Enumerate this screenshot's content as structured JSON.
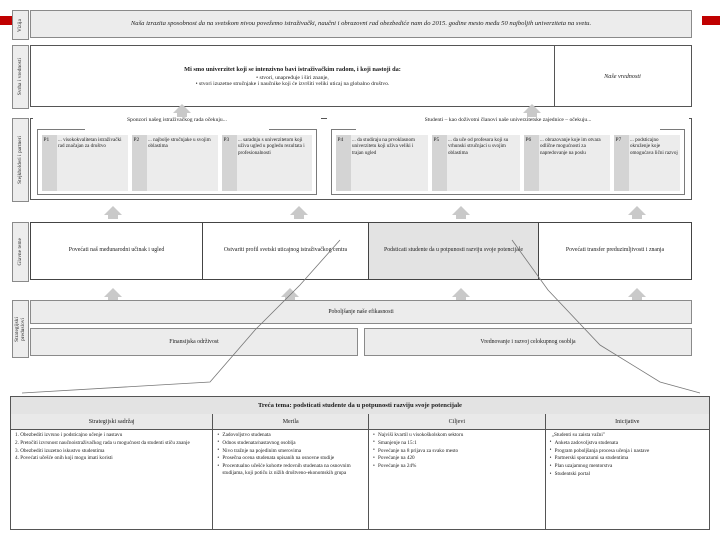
{
  "accent_color": "#c00000",
  "bands": {
    "vision": {
      "label": "Vizija",
      "text": "Naša izrazita sposobnost da na svetskom nivou povežemo istraživački, naučni i obrazovni rad obezbediće nam do 2015. godine mesto među 50 najboljih univerziteta na svetu."
    },
    "purpose": {
      "label": "Svrha i vrednosti",
      "lead": "Mi smo univerzitet koji se intenzivno bavi istraživačkim radom, i koji nastoji da:",
      "bullet1": "• stvori, unapređuje i širi znanje,",
      "bullet2": "• stvori izuzetne stručnjake i naučnike koji će izvršiti veliki uticaj na globalno društvo.",
      "values_label": "Naše vrednosti"
    },
    "stakeholders": {
      "label": "Stejkholderi i partneri",
      "group_sponsors_title": "Sponzori našeg istraživačkog rada očekuju...",
      "group_students_title": "Studenti – kao doživotni članovi naše univerzitetske zajednice – očekuju...",
      "items": [
        {
          "code": "P1",
          "text": "... visokokvalitetan istraživački rad značajan za društvo"
        },
        {
          "code": "P2",
          "text": "... najbolje stručnjake u svojim oblastima"
        },
        {
          "code": "P3",
          "text": "... saradnju s univerzitetom koji uživa ugled u pogledu rezultata i profesionalnosti"
        },
        {
          "code": "P4",
          "text": "... da studiraju na prvoklasnom univerzitetu koji uživa veliki i trajan ugled"
        },
        {
          "code": "P5",
          "text": "... da uče od profesora koji su vrhunski stručnjaci u svojim oblastima"
        },
        {
          "code": "P6",
          "text": "... obrazovanje koje im otvara odlične mogućnosti za napredovanje na poslu"
        },
        {
          "code": "P7",
          "text": "... podsticajno okruženje koje omogućava lični razvoj"
        }
      ]
    },
    "themes": {
      "label": "Glavne teme",
      "items": [
        {
          "text": "Povećati naš međunarodni učinak i ugled",
          "selected": false
        },
        {
          "text": "Ostvariti profil svetski uticajnog istraživačkog centra",
          "selected": false
        },
        {
          "text": "Podsticati studente da u potpunosti razviju svoje potencijale",
          "selected": true
        },
        {
          "text": "Povećati transfer preduzimljivosti i znanja",
          "selected": false
        }
      ]
    },
    "enablers": {
      "label": "Strategijski\npreduslovi",
      "top": "Poboljšanje naše efikasnosti",
      "left": "Finansijska održivost",
      "right": "Vrednovanje i razvoj celokupnog osoblja"
    }
  },
  "detail_table": {
    "title": "Treća tema: podsticati studente da u potpunosti razviju svoje potencijale",
    "headers": [
      "Strategijski sadržaj",
      "Merila",
      "Ciljevi",
      "Inicijative"
    ],
    "strategic_content": [
      "1. Obezbediti izvrsno i podsticajno učenje i nastavu",
      "2. Pretočiti izvrsnost naučnoistraživačkog rada u mogućnost da studenti stiču znanje",
      "3. Obezbediti izuzetno iskustvo studentima",
      "4. Povećati učešće onih koji mogu imati koristi"
    ],
    "measures": [
      "Zadovoljstvo studenata",
      "Odnos studenata/nastavnog osoblja",
      "Nivo tražnje na pojedinim smerovima",
      "Prosečna ocena studenata upisanih na osnovne studije",
      "Procentualno učešće kohorte redovnih studenata na osnovnim studijama, koji potiču iz nižih društveno-ekonomskih grupa"
    ],
    "targets": [
      "Najviši kvartil u visokoškolskom sektoru",
      "Smanjenje na 15:1",
      "Povećanje na 8 prijava za svako mesto",
      "Povećanje na 420",
      "Povećanje na 24%"
    ],
    "initiatives_heading": "„Studenti su zaista važni\"",
    "initiatives": [
      "Anketa zadovoljstva studenata",
      "Program poboljšanja procesa učenja i nastave",
      "Partnerski sporazumi sa studentima",
      "Plan uzajamnog mentorstva",
      "Studentski portal"
    ]
  }
}
